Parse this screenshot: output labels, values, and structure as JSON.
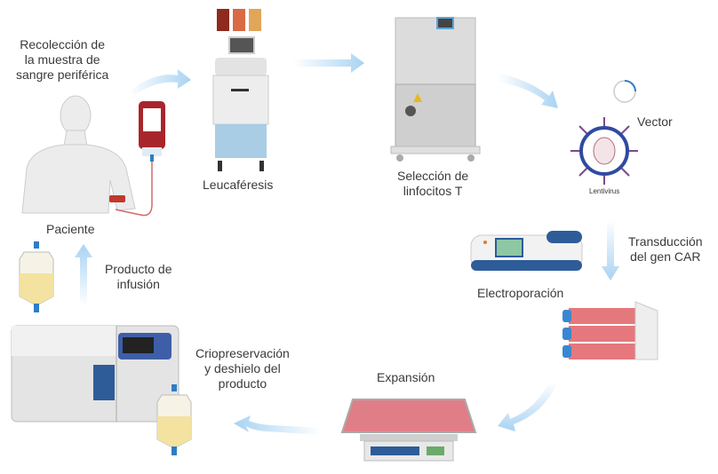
{
  "title": "CAR-T cell therapy manufacturing process",
  "steps": {
    "collection": "Recolección de\nla muestra de\nsangre periférica",
    "patient": "Paciente",
    "leukapheresis": "Leucaféresis",
    "selection": "Selección de\nlinfocitos T",
    "vector": "Vector",
    "lentivirus": "Lentivirus",
    "transduction": "Transducción\ndel gen CAR",
    "electroporation": "Electroporación",
    "expansion": "Expansión",
    "cryo": "Criopreservación\ny deshielo del\nproducto",
    "infusion": "Producto de\ninfusión"
  },
  "colors": {
    "arrow": "#a9d3f2",
    "blood": "#a8262b",
    "infusion_bag": "#f3e2a0",
    "device_blue": "#2e5c99",
    "culture_red": "#e5787c"
  }
}
